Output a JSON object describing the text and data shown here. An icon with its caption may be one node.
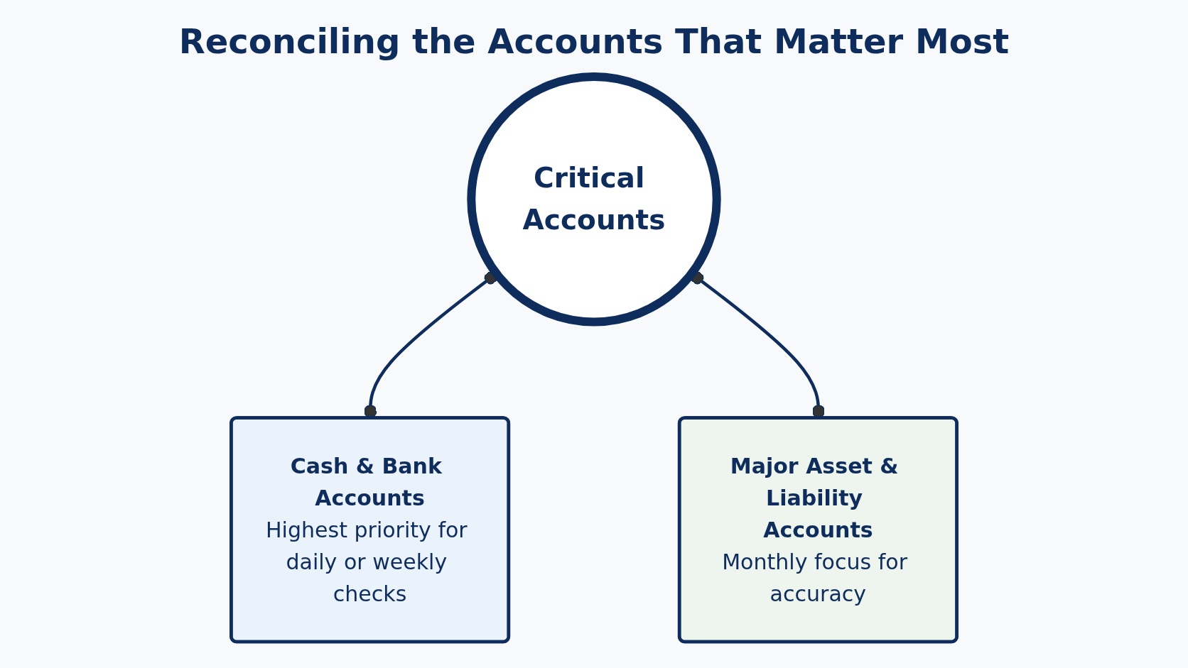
{
  "diagram": {
    "title": "Reconciling the Accounts That Matter Most",
    "nodes": [
      {
        "text": [
          "Critical Accounts"
        ]
      },
      {
        "text": [
          "Cash & Bank Accounts",
          "Highest priority for daily or weekly checks"
        ]
      },
      {
        "text": [
          "Major Asset & Liability Accounts",
          "Monthly focus for accuracy"
        ]
      }
    ],
    "edges": [
      {
        "from": 0,
        "to": 1,
        "arrow": "other"
      },
      {
        "from": 0,
        "to": 2,
        "arrow": "other"
      }
    ]
  }
}
